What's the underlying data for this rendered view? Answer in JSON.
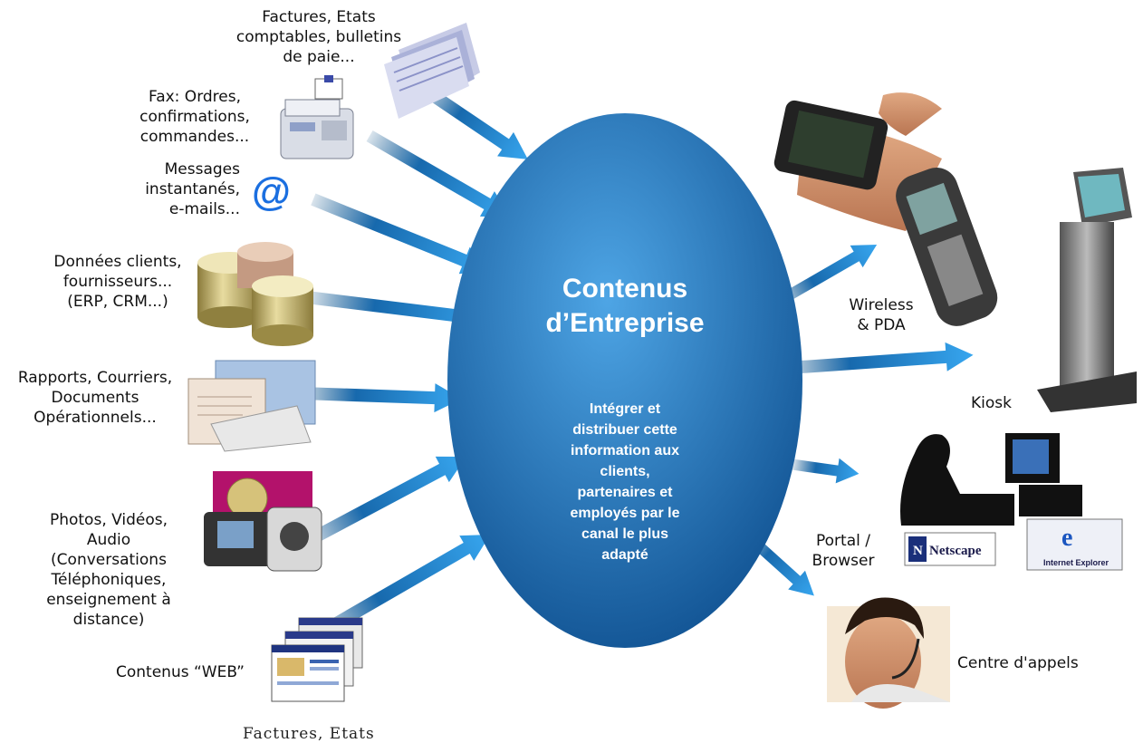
{
  "center": {
    "title_lines": [
      "Contenus",
      "d’Entreprise"
    ],
    "subtitle_lines": [
      "Intégrer et",
      "distribuer cette",
      "information aux",
      "clients,",
      "partenaires et",
      "employés  par le",
      "canal le plus",
      "adapté"
    ]
  },
  "sources": [
    {
      "lines": [
        "Factures, Etats",
        "comptables, bulletins",
        "de paie..."
      ],
      "icon": "stacked-reports-icon"
    },
    {
      "lines": [
        "Fax: Ordres,",
        "confirmations,",
        "commandes..."
      ],
      "icon": "fax-machine-icon"
    },
    {
      "lines": [
        "Messages",
        "instantanés,",
        "e-mails..."
      ],
      "icon": "at-sign-icon"
    },
    {
      "lines": [
        "Données clients,",
        "fournisseurs...",
        "(ERP, CRM...)"
      ],
      "icon": "database-cylinders-icon"
    },
    {
      "lines": [
        "Rapports, Courriers,",
        "Documents",
        "Opérationnels..."
      ],
      "icon": "documents-icon"
    },
    {
      "lines": [
        "Photos, Vidéos,",
        "Audio",
        "(Conversations",
        "Téléphoniques,",
        "enseignement à",
        "distance)"
      ],
      "icon": "camcorder-icon"
    },
    {
      "lines": [
        "Contenus “WEB”"
      ],
      "icon": "web-pages-icon"
    }
  ],
  "channels": [
    {
      "lines": [
        "Wireless",
        "& PDA"
      ],
      "icon": "pda-phone-icon"
    },
    {
      "lines": [
        "Kiosk"
      ],
      "icon": "kiosk-icon"
    },
    {
      "lines": [
        "Portal /",
        "Browser"
      ],
      "icon": "computer-user-icon"
    },
    {
      "lines": [
        "Centre d'appels"
      ],
      "icon": "headset-agent-icon"
    }
  ],
  "logos": {
    "netscape": "Netscape",
    "ie": "Internet Explorer",
    "ie_letter": "e"
  },
  "at_symbol": "@",
  "cut_text": "Factures, Etats",
  "colors": {
    "ellipse_light": "#4a9fe0",
    "ellipse_dark": "#0d4f8f",
    "arrow": "#2a8fd8",
    "arrow_dark": "#0b4f86"
  }
}
